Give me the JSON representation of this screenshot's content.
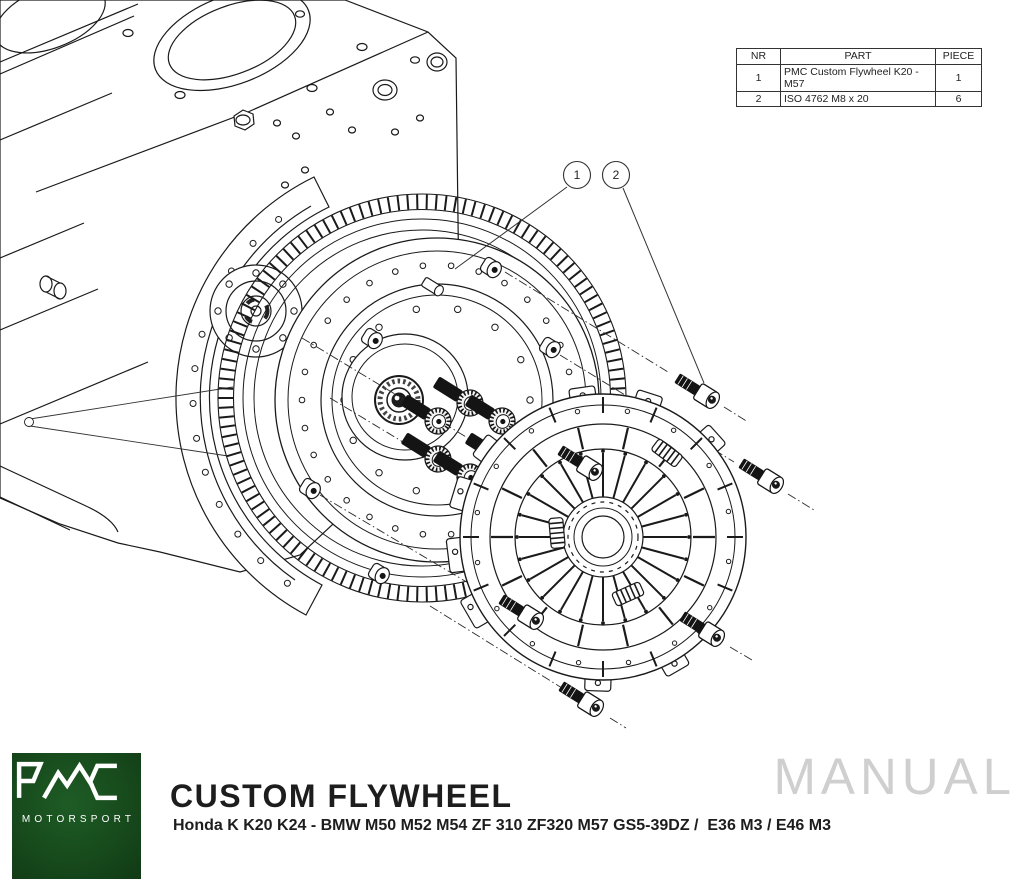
{
  "parts_table": {
    "headers": [
      "NR",
      "PART",
      "PIECE"
    ],
    "rows": [
      [
        "1",
        "PMC Custom Flywheel K20 - M57",
        "1"
      ],
      [
        "2",
        "ISO 4762 M8 x 20",
        "6"
      ]
    ]
  },
  "callouts": {
    "c1": "1",
    "c2": "2"
  },
  "footer": {
    "title": "CUSTOM FLYWHEEL",
    "subtitle": "Honda K K20 K24 - BMW M50 M52 M54 ZF 310 ZF320 M57 GS5-39DZ /  E36 M3 / E46 M3",
    "watermark": "MANUAL",
    "logo_caption": "MOTORSPORT"
  },
  "colors": {
    "line": "#1a1a1a",
    "watermark_gray": "#cfcfcf",
    "logo_green": "#17491d"
  }
}
